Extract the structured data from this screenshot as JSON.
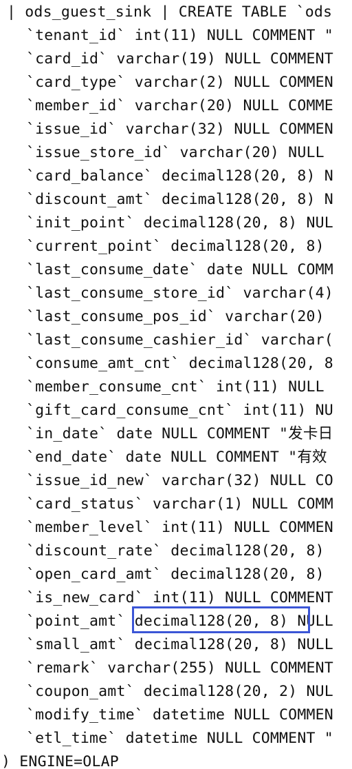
{
  "header": "| ods_guest_sink | CREATE TABLE `ods",
  "columns": [
    "`tenant_id` int(11) NULL COMMENT \"",
    "`card_id` varchar(19) NULL COMMENT",
    "`card_type` varchar(2) NULL COMMEN",
    "`member_id` varchar(20) NULL COMME",
    "`issue_id` varchar(32) NULL COMMEN",
    "`issue_store_id` varchar(20) NULL",
    "`card_balance` decimal128(20, 8) N",
    "`discount_amt` decimal128(20, 8) N",
    "`init_point` decimal128(20, 8) NUL",
    "`current_point` decimal128(20, 8)",
    "`last_consume_date` date NULL COMM",
    "`last_consume_store_id` varchar(4)",
    "`last_consume_pos_id` varchar(20)",
    "`last_consume_cashier_id` varchar(",
    "`consume_amt_cnt` decimal128(20, 8",
    "`member_consume_cnt` int(11) NULL",
    "`gift_card_consume_cnt` int(11) NU",
    "`in_date` date NULL COMMENT \"发卡日",
    "`end_date` date NULL COMMENT \"有效",
    "`issue_id_new` varchar(32) NULL CO",
    "`card_status` varchar(1) NULL COMM",
    "`member_level` int(11) NULL COMMEN",
    "`discount_rate` decimal128(20, 8)",
    "`open_card_amt` decimal128(20, 8)",
    "`is_new_card` int(11) NULL COMMENT",
    "`point_amt` decimal128(20, 8) NULL",
    "`small_amt` decimal128(20, 8) NULL",
    "`remark` varchar(255) NULL COMMENT",
    "`coupon_amt` decimal128(20, 2) NUL",
    "`modify_time` datetime NULL COMMEN",
    "`etl_time` datetime NULL COMMENT \""
  ],
  "footer": ") ENGINE=OLAP",
  "highlight": {
    "text": "decimal128(20, 8)",
    "color": "#3b55d6"
  }
}
